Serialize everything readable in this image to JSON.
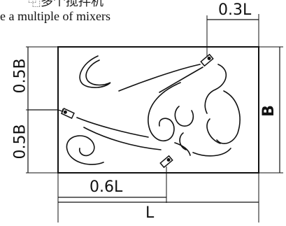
{
  "caption_top": "⿻多个搅拌机",
  "caption": "e a multiple of mixers",
  "labels": {
    "top_offset": "0.3L",
    "top_half": "0.5B",
    "bottom_half": "0.5B",
    "height": "B",
    "bottom_offset": "0.6L",
    "length": "L"
  }
}
